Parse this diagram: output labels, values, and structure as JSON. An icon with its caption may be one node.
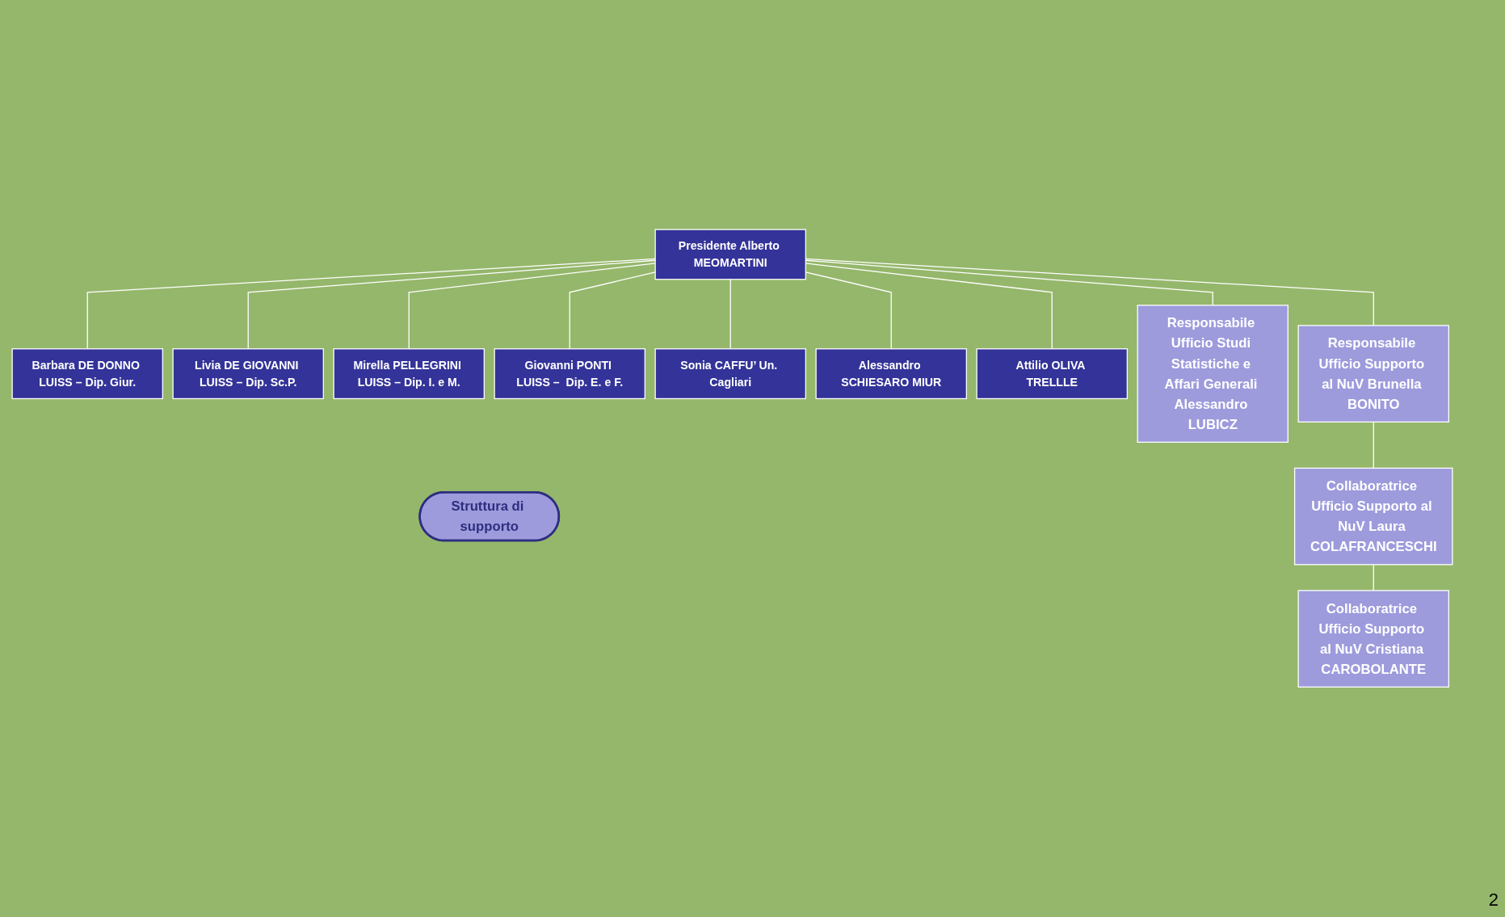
{
  "diagram": {
    "nodes": [
      {
        "text": [
          "Presidente Alberto MEOMARTINI"
        ]
      },
      {
        "text": [
          "Barbara DE DONNO LUISS – Dip. Giur."
        ]
      },
      {
        "text": [
          "Livia DE GIOVANNI LUISS – Dip. Sc.P."
        ]
      },
      {
        "text": [
          "Mirella PELLEGRINI LUISS – Dip. I. e M."
        ]
      },
      {
        "text": [
          "Giovanni PONTI LUISS –  Dip. E. e F."
        ]
      },
      {
        "text": [
          "Sonia CAFFU’ Un. Cagliari"
        ]
      },
      {
        "text": [
          "Alessandro SCHIESARO MIUR"
        ]
      },
      {
        "text": [
          "Attilio OLIVA TRELLLE"
        ]
      },
      {
        "text": [
          "Struttura di supporto"
        ]
      },
      {
        "text": [
          "Responsabile Ufficio Studi Statistiche e Affari Generali Alessandro LUBICZ"
        ]
      },
      {
        "text": [
          "Responsabile Ufficio Supporto al NuV Brunella BONITO"
        ]
      },
      {
        "text": [
          "Collaboratrice Ufficio Supporto al NuV Laura COLAFRANCESCHI"
        ]
      },
      {
        "text": [
          "Collaboratrice Ufficio Supporto al NuV Cristiana CAROBOLANTE"
        ]
      }
    ],
    "edges": [
      {
        "from": 0,
        "to": 1,
        "arrow": "none"
      },
      {
        "from": 0,
        "to": 2,
        "arrow": "none"
      },
      {
        "from": 0,
        "to": 3,
        "arrow": "none"
      },
      {
        "from": 0,
        "to": 4,
        "arrow": "none"
      },
      {
        "from": 0,
        "to": 5,
        "arrow": "none"
      },
      {
        "from": 0,
        "to": 6,
        "arrow": "none"
      },
      {
        "from": 0,
        "to": 7,
        "arrow": "none"
      },
      {
        "from": 0,
        "to": 9,
        "arrow": "none"
      },
      {
        "from": 0,
        "to": 10,
        "arrow": "none"
      },
      {
        "from": 10,
        "to": 11,
        "arrow": "none"
      },
      {
        "from": 11,
        "to": 12,
        "arrow": "none"
      }
    ],
    "labels": [
      "2"
    ]
  }
}
